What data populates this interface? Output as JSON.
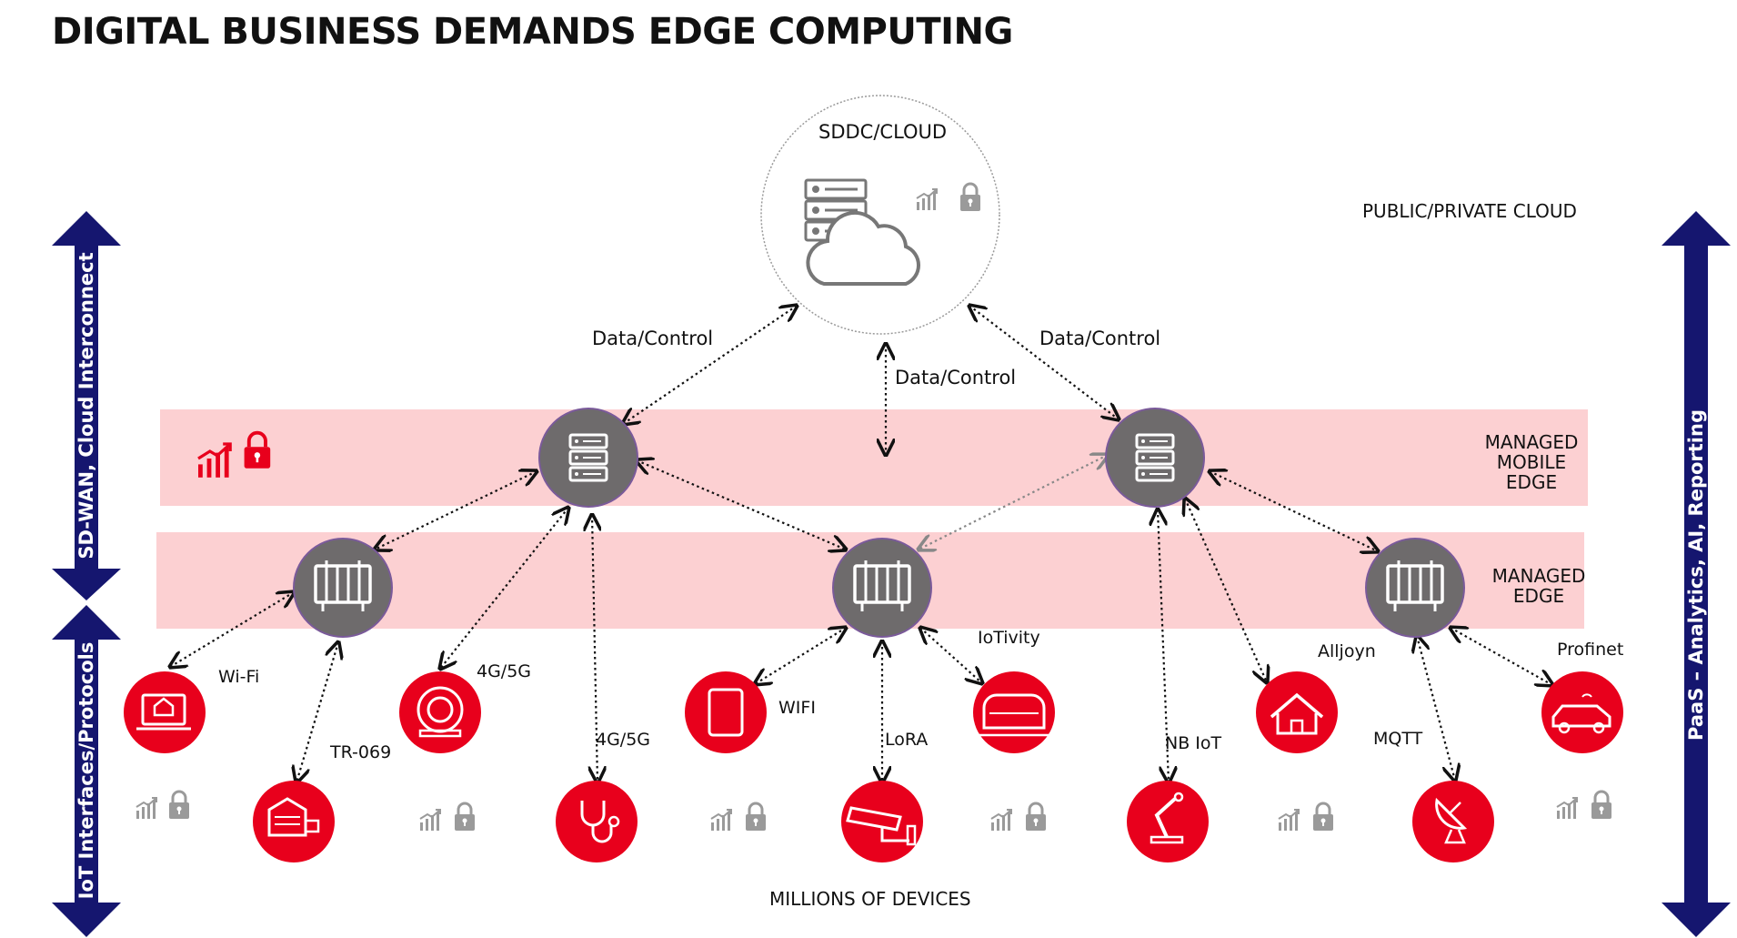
{
  "title": "DIGITAL BUSINESS DEMANDS EDGE COMPUTING",
  "cloud": {
    "label": "SDDC/CLOUD"
  },
  "zones": {
    "public_cloud": "PUBLIC/PRIVATE CLOUD",
    "mobile_edge": "MANAGED\nMOBILE\nEDGE",
    "edge": "MANAGED\nEDGE",
    "devices": "MILLIONS OF DEVICES"
  },
  "links": {
    "left": "Data/Control",
    "center": "Data/Control",
    "right": "Data/Control"
  },
  "side_arrows": {
    "top_left": "SD-WAN, Cloud Interconnect",
    "bottom_left": "IoT Interfaces/Protocols",
    "right": "PaaS – Analytics, AI, Reporting"
  },
  "protocols": {
    "wifi": "Wi-Fi",
    "tr069": "TR-069",
    "g45_a": "4G/5G",
    "g45_b": "4G/5G",
    "wifi2": "WIFI",
    "lora": "LoRA",
    "iotivity": "IoTivity",
    "nbiot": "NB IoT",
    "alljoyn": "Alljoyn",
    "mqtt": "MQTT",
    "profinet": "Profinet"
  },
  "colors": {
    "red": "#e8001c",
    "band": "#fcd0d2",
    "navy": "#15166f",
    "hub": "#6e6b6c",
    "icon_gray": "#9a9a9a"
  }
}
